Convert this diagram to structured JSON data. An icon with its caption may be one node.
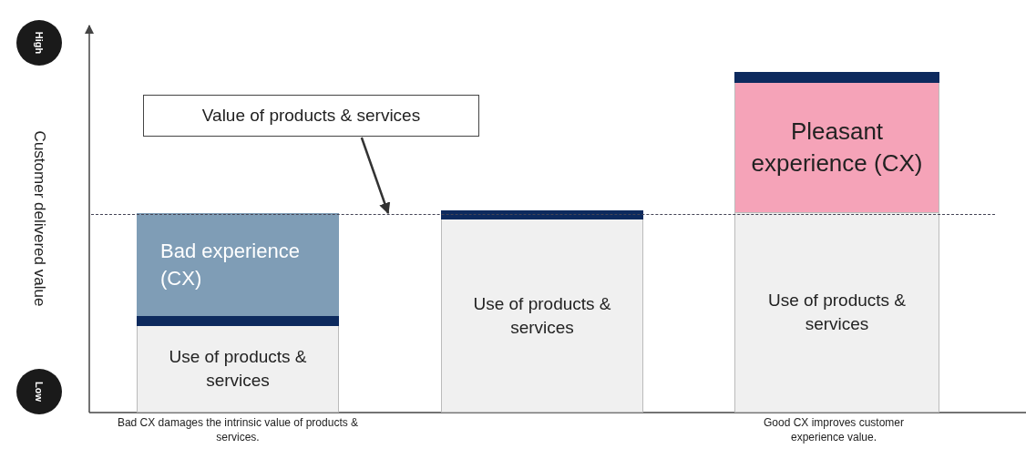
{
  "diagram": {
    "nodes": [
      {
        "text": [
          "High"
        ]
      },
      {
        "text": [
          "Low"
        ]
      },
      {
        "text": [
          "Value of products & services"
        ]
      },
      {
        "text": [
          "Bad experience (CX)"
        ]
      },
      {
        "text": [
          "Use of products & services"
        ]
      },
      {
        "text": [
          "Use of products & services"
        ]
      },
      {
        "text": [
          "Pleasant experience (CX)"
        ]
      },
      {
        "text": [
          "Use of products & services"
        ]
      },
      {
        "text": [],
        "shape": "line"
      }
    ],
    "edges": [
      {
        "from": 2,
        "to": 8,
        "arrow": "to"
      }
    ],
    "labels": [
      "Customer delivered value",
      "Bad CX damages the intrinsic value of products & services.",
      "Good CX improves customer experience value."
    ]
  }
}
